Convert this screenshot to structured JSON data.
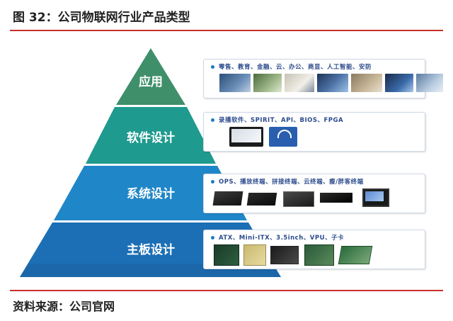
{
  "figure": {
    "title": "图 32：公司物联网行业产品类型",
    "source": "资料来源：公司官网"
  },
  "pyramid": {
    "layers": [
      {
        "label": "应用",
        "color": "#3f8f6a"
      },
      {
        "label": "软件设计",
        "color": "#1f9a8e"
      },
      {
        "label": "系统设计",
        "color": "#1f86c8"
      },
      {
        "label": "主板设计",
        "color": "#1c6fb5"
      }
    ]
  },
  "panels": [
    {
      "text": "零售、教育、金融、云、办公、商显、人工智能、安防"
    },
    {
      "text": "录播软件、SPIRIT、API、BIOS、FPGA"
    },
    {
      "text": "OPS、播放终端、拼接终端、云终端、瘦/胖客终端"
    },
    {
      "text": "ATX、Mini-ITX、3.5inch、VPU、子卡"
    }
  ]
}
